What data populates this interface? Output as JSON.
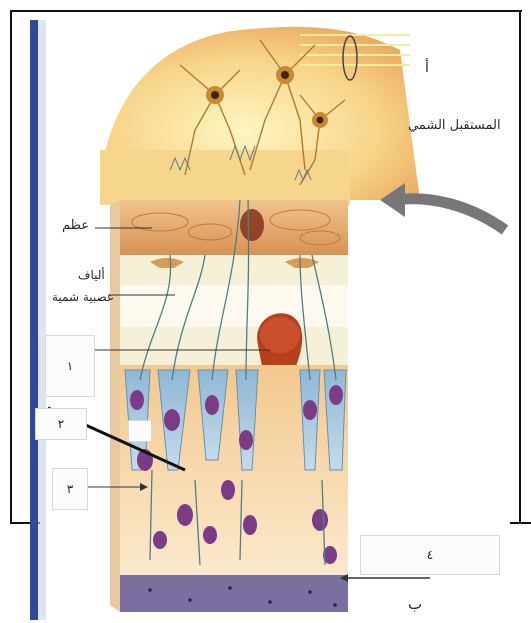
{
  "labels": {
    "a": "أ",
    "olfactory_receptor": "المستقبل الشمي",
    "bone": "عظم",
    "fibers_line1": "ألياف",
    "fibers_line2": "عصبية شمية",
    "box1": "١",
    "box2": "٢",
    "box3": "٣",
    "box4": "٤",
    "b": "ب"
  },
  "colors": {
    "brain": "#f3c57e",
    "bone": "#e6a96a",
    "fiber_zone": "#f5f0d8",
    "cell_blue": "#9cc0d9",
    "nucleus": "#7b3b86",
    "vessel": "#b6401e",
    "membrane": "#7a6fa0",
    "page_strip": "#2f4a9a"
  }
}
